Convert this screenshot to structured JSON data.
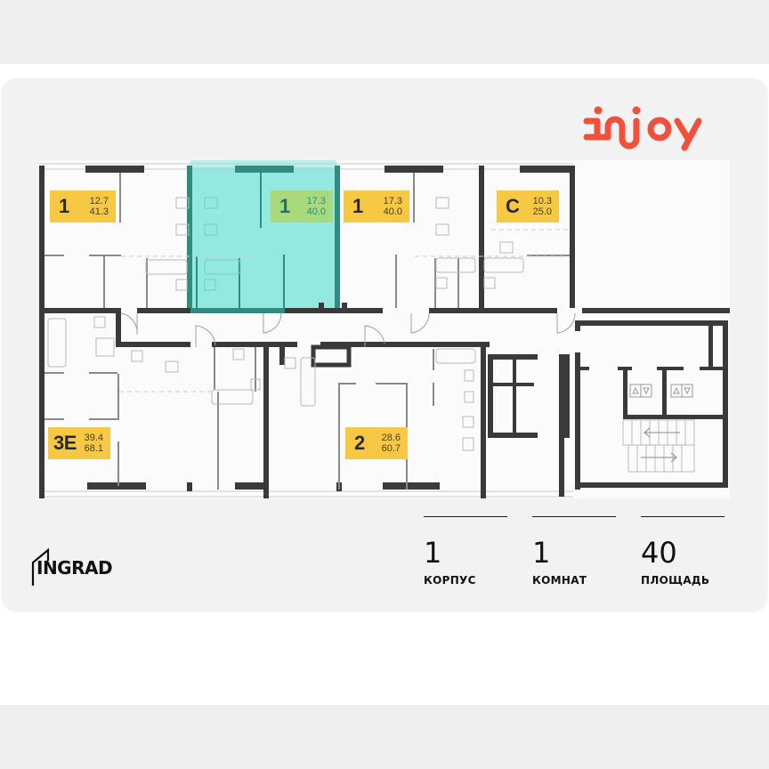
{
  "brand": {
    "logo_text": "injoy",
    "logo_color": "#f0503c"
  },
  "developer": {
    "logo_text": "INGRAD"
  },
  "floorplan": {
    "selected_color": "#93e8df",
    "selected_wall_color": "#2f8d80",
    "badge_color": "#f7c843",
    "selected_badge_color": "#a9d97d",
    "apartments": [
      {
        "id": "apt-1a",
        "rooms": "1",
        "living_area": "12.7",
        "total_area": "41.3",
        "selected": false
      },
      {
        "id": "apt-1b",
        "rooms": "1",
        "living_area": "17.3",
        "total_area": "40.0",
        "selected": true
      },
      {
        "id": "apt-1c",
        "rooms": "1",
        "living_area": "17.3",
        "total_area": "40.0",
        "selected": false
      },
      {
        "id": "apt-c",
        "rooms": "C",
        "living_area": "10.3",
        "total_area": "25.0",
        "selected": false
      },
      {
        "id": "apt-3e",
        "rooms": "3E",
        "living_area": "39.4",
        "total_area": "68.1",
        "selected": false
      },
      {
        "id": "apt-2",
        "rooms": "2",
        "living_area": "28.6",
        "total_area": "60.7",
        "selected": false
      }
    ],
    "elevator_icons": [
      "elevator-up-down",
      "elevator-up-down"
    ]
  },
  "stats": [
    {
      "value": "1",
      "label": "КОРПУС"
    },
    {
      "value": "1",
      "label": "КОМНАТ"
    },
    {
      "value": "40",
      "label": "ПЛОЩАДЬ"
    }
  ]
}
